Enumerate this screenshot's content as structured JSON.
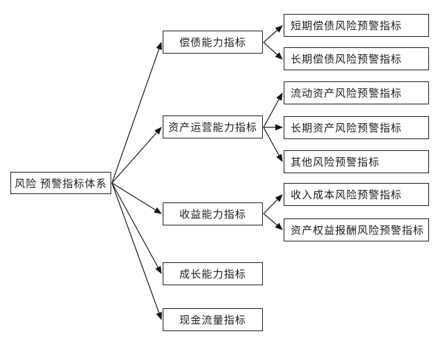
{
  "diagram": {
    "root": {
      "label": "风险 预警指标体系"
    },
    "branches": [
      {
        "label": "偿债能力指标",
        "children": [
          {
            "label": "短期偿债风险预警指标"
          },
          {
            "label": "长期偿债风险预警指标"
          }
        ]
      },
      {
        "label": "资产运营能力指标",
        "children": [
          {
            "label": "流动资产风险预警指标"
          },
          {
            "label": "长期资产风险预警指标"
          },
          {
            "label": "其他风险预警指标"
          }
        ]
      },
      {
        "label": "收益能力指标",
        "children": [
          {
            "label": "收入成本风险预警指标"
          },
          {
            "label": "资产权益报酬风险预警指标"
          }
        ]
      },
      {
        "label": "成长能力指标",
        "children": []
      },
      {
        "label": "现金流量指标",
        "children": []
      }
    ],
    "colors": {
      "line": "#161616",
      "border": "#1c1c1c",
      "text": "#1c1c1c",
      "background": "#ffffff"
    }
  }
}
